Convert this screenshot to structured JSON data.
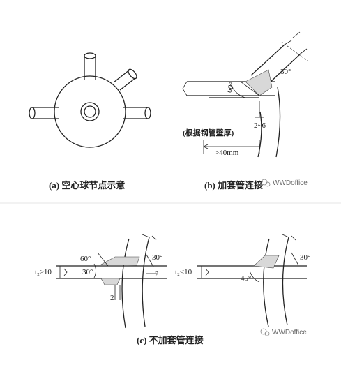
{
  "panel_a": {
    "caption": "(a) 空心球节点示意"
  },
  "panel_b": {
    "caption": "(b) 加套管连接",
    "angle_60": "60°",
    "angle_30": "30°",
    "gap": "2~6",
    "note": "(根据钢管壁厚)",
    "dim": ">40mm"
  },
  "panel_c": {
    "caption": "(c) 不加套管连接",
    "left_thickness": "t₂≥10",
    "left_angle_60": "60°",
    "left_angle_30a": "30°",
    "left_angle_30b": "30°",
    "left_gap_right": "2",
    "left_gap_bottom": "2",
    "right_thickness": "t₂<10",
    "right_angle_45": "45°",
    "right_angle_30": "30°"
  },
  "watermark_top": "WWDoffice",
  "watermark_bottom": "WWDoffice"
}
